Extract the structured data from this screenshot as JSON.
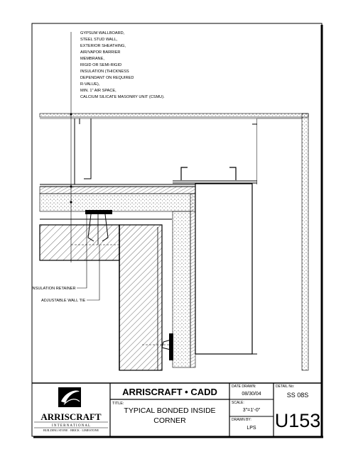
{
  "notes": {
    "lines": [
      "GYPSUM WALLBOARD,",
      "STEEL STUD WALL,",
      "EXTERIOR SHEATHING,",
      "AIR/VAPOR BARRIER",
      "MEMBRANE,",
      "RIGID OR SEMI-RIGID",
      "INSULATION (THICKNESS",
      "DEPENDANT ON REQUIRED",
      "R-VALUE),",
      "MIN. 1\" AIR SPACE,",
      "CALCIUM SILICATE MASONRY UNIT (CSMU)."
    ]
  },
  "labels": {
    "insulation_retainer": "INSULATION RETAINER",
    "adjustable_wall_tie": "ADJUSTABLE WALL TIE"
  },
  "title_block": {
    "logo_name": "ARRISCRAFT",
    "logo_sub": "I N T E R N A T I O N A L",
    "logo_tagline": "BUILDING STONE · BRICK · LIMESTONE",
    "company": "ARRISCRAFT • CADD",
    "title_label": "TITLE:",
    "title_line1": "TYPICAL BONDED INSIDE",
    "title_line2": "CORNER",
    "date_label": "DATE DRAWN:",
    "date_value": "08/30/04",
    "scale_label": "SCALE:",
    "scale_value": "3\"=1'-0\"",
    "drawn_label": "DRAWN BY:",
    "drawn_value": "LPS",
    "detail_label": "DETAIL No:",
    "detail_code": "SS 08S",
    "detail_number": "U153"
  }
}
